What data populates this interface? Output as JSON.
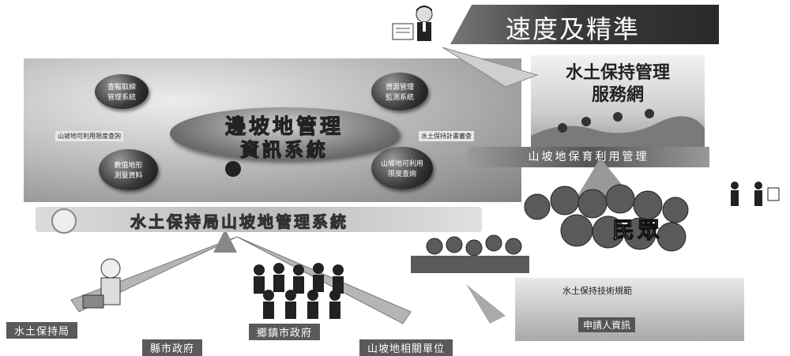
{
  "header": {
    "title": "速度及精準"
  },
  "main_panel": {
    "center_line1": "邊坡地管理",
    "center_line2": "資訊系統",
    "nodes": [
      {
        "label": "查報取締\n管理系統"
      },
      {
        "label": "資源管理\n監測系統"
      },
      {
        "label": "數值地形\n測量資料"
      },
      {
        "label": "山坡地可利用\n限度查詢"
      }
    ],
    "chips": [
      "山坡地可利用限度查詢",
      "水土保持計畫審查"
    ]
  },
  "water_panel": {
    "title_line1": "水土保持管理",
    "title_line2": "服務網"
  },
  "sub_banner": "山坡地保育利用管理",
  "system_bar": "水土保持局山坡地管理系統",
  "public_label": "民眾",
  "bottom_labels": {
    "left": "水土保持局",
    "left2": "縣市政府",
    "center": "鄉鎮市政府",
    "right": "山坡地相關單位"
  },
  "br_panel": {
    "line1": "水土保持技術規範",
    "line2": "申請人資訊"
  },
  "colors": {
    "banner": "#3a3a3a",
    "label_bg": "#5a5a5a"
  }
}
